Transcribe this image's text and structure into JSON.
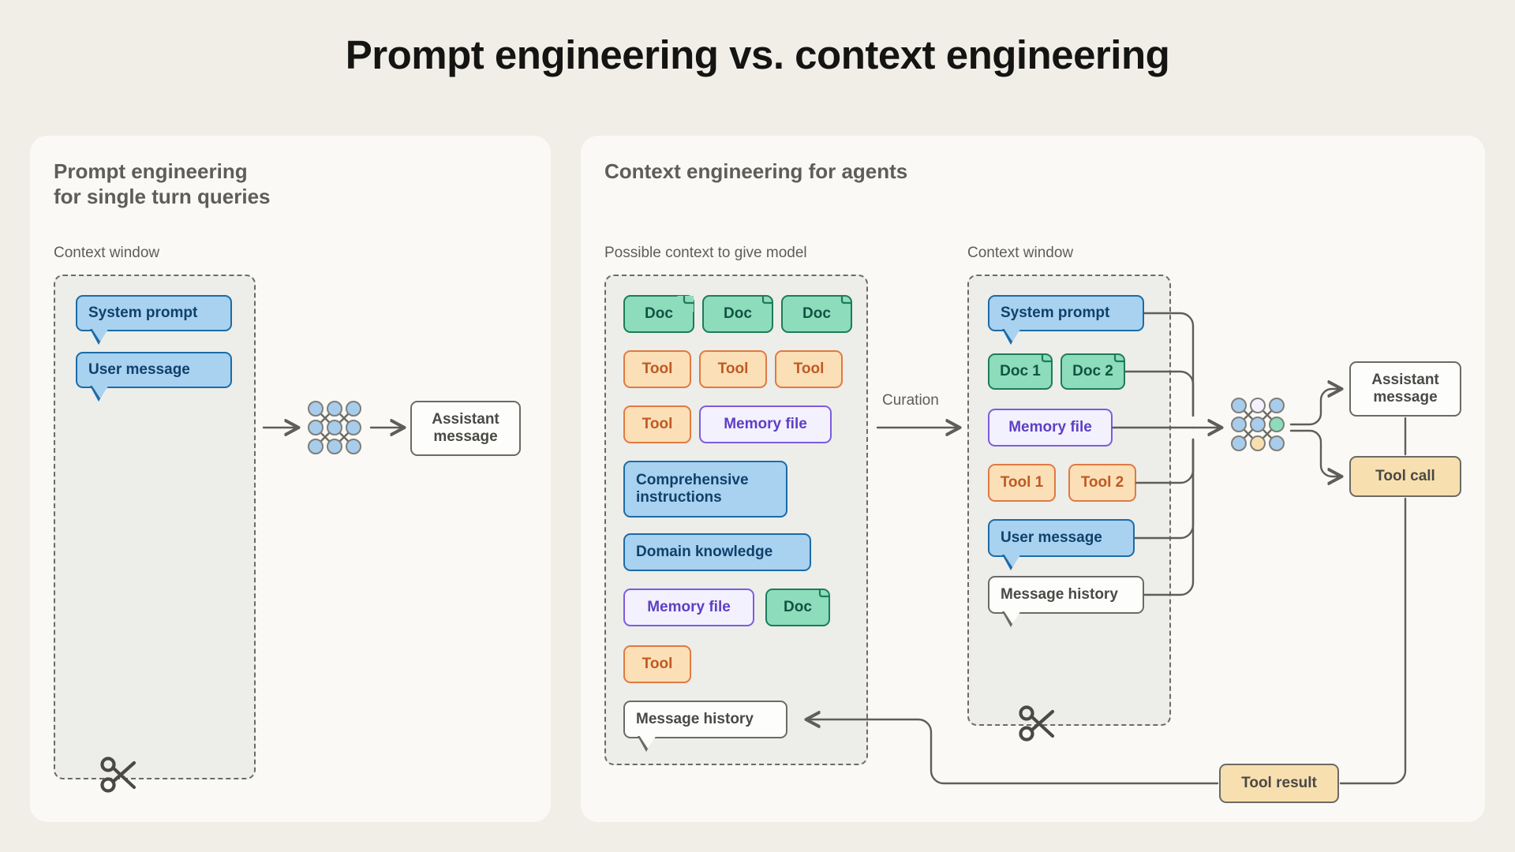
{
  "title": "Prompt engineering vs. context engineering",
  "colors": {
    "page_background": "#f0eee7",
    "panel_background": "#faf9f5",
    "context_window_fill": "#ededea",
    "dashed_border": "#6b6a65",
    "blue_fill": "#a8d2f0",
    "blue_border": "#1c6ba6",
    "green_fill": "#8ddcbc",
    "green_border": "#1e7b5a",
    "orange_fill": "#fbdfb6",
    "orange_border": "#e07a42",
    "purple_fill": "#f3f1fd",
    "purple_border": "#7c5ce0",
    "plain_fill": "#fdfdfb",
    "tan_fill": "#f8dfb0",
    "connector": "#5e5d59",
    "title_text": "#141413",
    "label_text": "#5e5d59"
  },
  "left_panel": {
    "heading": "Prompt engineering\nfor single turn queries",
    "context_window_label": "Context window",
    "context_items": [
      {
        "label": "System prompt",
        "type": "blue",
        "shape": "bubble"
      },
      {
        "label": "User message",
        "type": "blue",
        "shape": "bubble"
      }
    ],
    "model_icon": "neural-network-icon",
    "output": {
      "label": "Assistant\nmessage",
      "type": "plain"
    },
    "truncation_icon": "scissors-icon"
  },
  "right_panel": {
    "heading": "Context engineering for agents",
    "possible_context_label": "Possible context to give model",
    "context_window_label": "Context window",
    "curation_label": "Curation",
    "possible_context_items": [
      {
        "label": "Doc",
        "type": "green",
        "shape": "doc"
      },
      {
        "label": "Doc",
        "type": "green",
        "shape": "doc"
      },
      {
        "label": "Doc",
        "type": "green",
        "shape": "doc"
      },
      {
        "label": "Tool",
        "type": "orange",
        "shape": "rect"
      },
      {
        "label": "Tool",
        "type": "orange",
        "shape": "rect"
      },
      {
        "label": "Tool",
        "type": "orange",
        "shape": "rect"
      },
      {
        "label": "Tool",
        "type": "orange",
        "shape": "rect"
      },
      {
        "label": "Memory file",
        "type": "purple",
        "shape": "rect"
      },
      {
        "label": "Comprehensive\ninstructions",
        "type": "blue",
        "shape": "rect"
      },
      {
        "label": "Domain knowledge",
        "type": "blue",
        "shape": "rect"
      },
      {
        "label": "Memory file",
        "type": "purple",
        "shape": "rect"
      },
      {
        "label": "Doc",
        "type": "green",
        "shape": "doc"
      },
      {
        "label": "Tool",
        "type": "orange",
        "shape": "rect"
      },
      {
        "label": "Message history",
        "type": "plain",
        "shape": "bubble"
      }
    ],
    "context_window_items": [
      {
        "label": "System prompt",
        "type": "blue",
        "shape": "bubble"
      },
      {
        "label": "Doc 1",
        "type": "green",
        "shape": "doc"
      },
      {
        "label": "Doc 2",
        "type": "green",
        "shape": "doc"
      },
      {
        "label": "Memory file",
        "type": "purple",
        "shape": "rect"
      },
      {
        "label": "Tool 1",
        "type": "orange",
        "shape": "rect"
      },
      {
        "label": "Tool 2",
        "type": "orange",
        "shape": "rect"
      },
      {
        "label": "User message",
        "type": "blue",
        "shape": "bubble"
      },
      {
        "label": "Message history",
        "type": "plain",
        "shape": "bubble"
      }
    ],
    "model_icon": "neural-network-icon",
    "outputs": [
      {
        "label": "Assistant\nmessage",
        "type": "plain"
      },
      {
        "label": "Tool call",
        "type": "tan"
      }
    ],
    "feedback": {
      "label": "Tool result",
      "type": "tan"
    },
    "truncation_icon": "scissors-icon"
  }
}
